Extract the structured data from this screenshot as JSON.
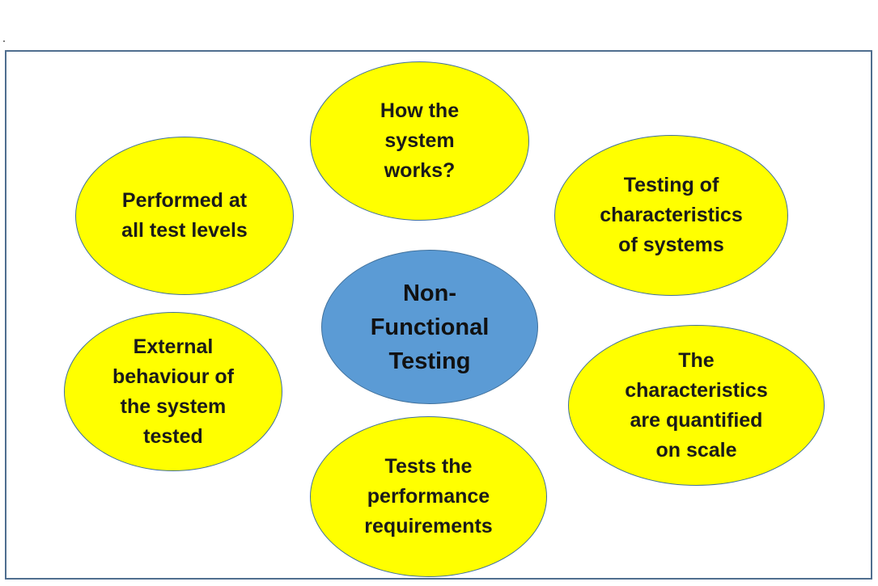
{
  "diagram": {
    "center": {
      "label": "Non-\nFunctional\nTesting",
      "fill": "#5b9bd5"
    },
    "satellite_fill": "#ffff00",
    "outline_color": "#41719c",
    "frame_color": "#4f6e8f",
    "satellites": [
      {
        "id": "top",
        "label": "How the\nsystem\nworks?"
      },
      {
        "id": "tl",
        "label": "Performed at\nall test levels"
      },
      {
        "id": "tr",
        "label": "Testing of\ncharacteristics\nof systems"
      },
      {
        "id": "left",
        "label": "External\nbehaviour of\nthe system\ntested"
      },
      {
        "id": "right",
        "label": "The\ncharacteristics\nare quantified\non scale"
      },
      {
        "id": "bottom",
        "label": "Tests the\nperformance\nrequirements"
      }
    ]
  }
}
